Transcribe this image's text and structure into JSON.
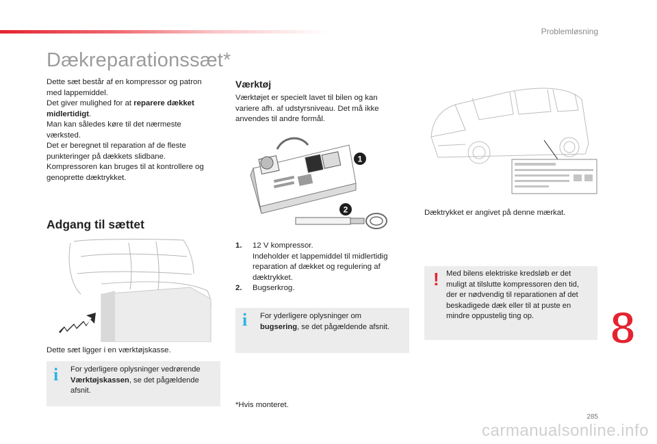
{
  "header": {
    "chapter_title": "Problemløsning"
  },
  "page_title": "Dækreparationssæt*",
  "intro": {
    "line1": "Dette sæt består af en kompressor og patron",
    "line2": "med lappemiddel.",
    "line3_pre": "Det giver mulighed for at ",
    "line3_bold": "reparere dækket",
    "line4_bold": "midlertidigt",
    "line4_post": ".",
    "line5": "Man kan således køre til det nærmeste",
    "line6": "værksted.",
    "line7": "Det er beregnet til reparation af de fleste",
    "line8": "punkteringer på dækkets slidbane.",
    "line9": "Kompressoren kan bruges til at kontrollere og",
    "line10": "genoprette dæktrykket."
  },
  "access": {
    "heading": "Adgang til sættet",
    "caption": "Dette sæt ligger i en værktøjskasse.",
    "note_line1": "For yderligere oplysninger vedrørende",
    "note_bold": "Værktøjskassen",
    "note_line2_post": ", se det pågældende",
    "note_line3": "afsnit."
  },
  "tools": {
    "heading": "Værktøj",
    "line1": "Værktøjet er specielt lavet til bilen og kan",
    "line2": "variere afh. af udstyrsniveau. Det må ikke",
    "line3": "anvendes til andre formål.",
    "callout1": "1",
    "callout2": "2",
    "items": [
      {
        "num": "1.",
        "lines": [
          "12 V kompressor.",
          "Indeholder et lappemiddel til midlertidig",
          "reparation af dækket og regulering af",
          "dæktrykket."
        ]
      },
      {
        "num": "2.",
        "lines": [
          "Bugserkrog."
        ]
      }
    ],
    "note_line1": "For yderligere oplysninger om",
    "note_bold": "bugsering",
    "note_line2_post": ", se det pågældende afsnit.",
    "footnote": "*Hvis monteret."
  },
  "pressure": {
    "caption": "Dæktrykket er angivet på denne mærkat.",
    "warning_lines": [
      "Med bilens elektriske kredsløb er det",
      "muligt at tilslutte kompressoren den tid,",
      "der er nødvendig til reparationen af det",
      "beskadigede dæk eller til at puste en",
      "mindre oppustelig ting op."
    ]
  },
  "chapter_number": "8",
  "page_number": "285",
  "watermark": "carmanualsonline.info",
  "colors": {
    "accent_red": "#e52330",
    "info_blue": "#28b4e6",
    "note_grey": "#ececec",
    "title_grey": "#9b9b9b"
  }
}
